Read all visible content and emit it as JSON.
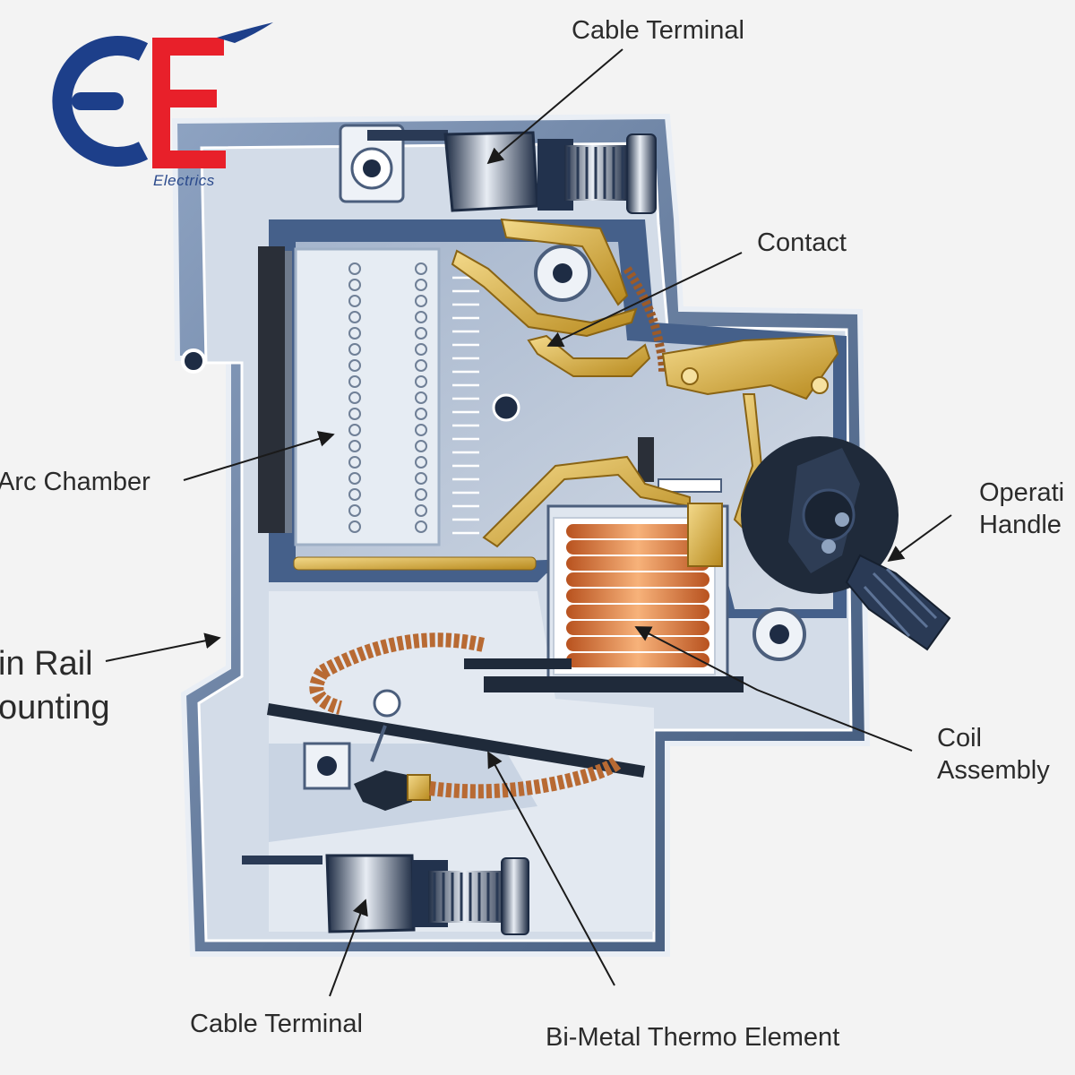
{
  "logo": {
    "letters": "CE",
    "subtitle": "Electrics",
    "colors": {
      "blue": "#1d3f8a",
      "red": "#e8202a"
    }
  },
  "labels": {
    "cable_terminal_top": "Cable Terminal",
    "contact": "Contact",
    "arc_chamber": "Arc Chamber",
    "operating_handle_line1": "Operati",
    "operating_handle_line2": "Handle",
    "din_rail_line1": "in Rail",
    "din_rail_line2": "ounting",
    "coil_line1": "Coil",
    "coil_line2": "Assembly",
    "cable_terminal_bottom": "Cable Terminal",
    "bimetal": "Bi-Metal Thermo Element"
  },
  "colors": {
    "background": "#f3f3f3",
    "housing_dark": "#2c4468",
    "housing_mid": "#6f86a8",
    "housing_light": "#d6dee9",
    "brass": "#d6aa3a",
    "copper": "#d57a3c"
  }
}
